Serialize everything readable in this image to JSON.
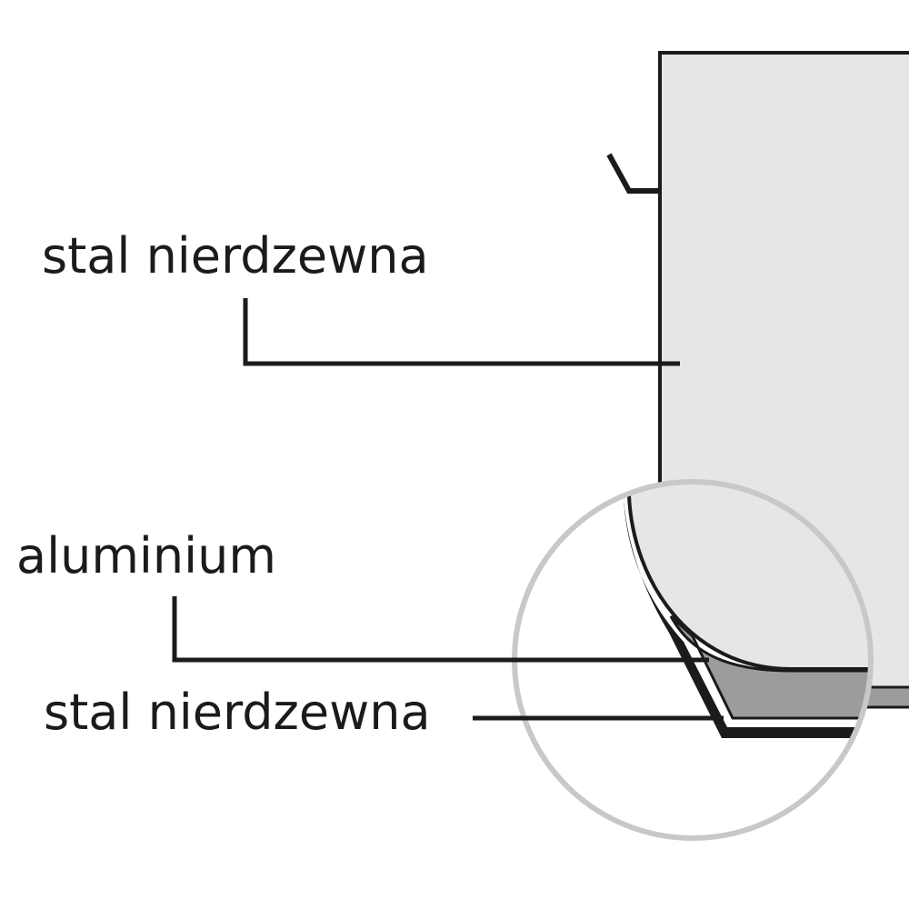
{
  "labels": {
    "top": "stal nierdzewna",
    "middle": "aluminium",
    "bottom": "stal nierdzewna"
  },
  "colors": {
    "line": "#1b1b1b",
    "pot_fill": "#e6e6e6",
    "aluminium_fill": "#9c9c9c",
    "magnifier_ring": "#c8c8c8",
    "background": "#ffffff"
  }
}
